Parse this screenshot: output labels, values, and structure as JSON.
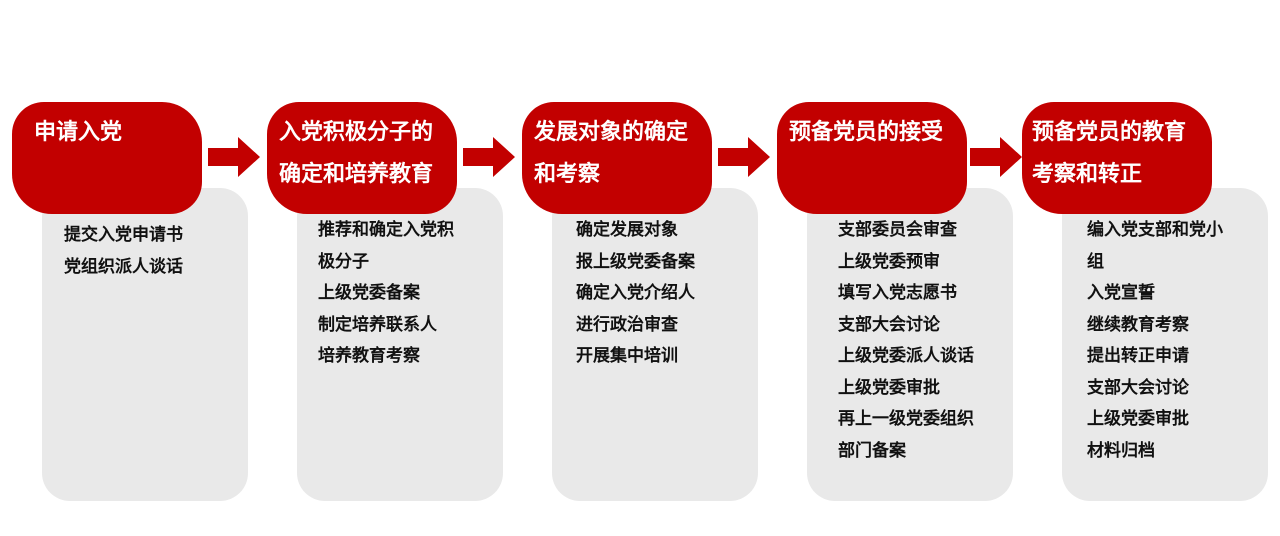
{
  "stages": [
    {
      "title_lines": [
        "申请入党"
      ],
      "items": [
        "提交入党申请书",
        "党组织派人谈话"
      ]
    },
    {
      "title_lines": [
        "入党积极分子的",
        "确定和培养教育"
      ],
      "items": [
        "推荐和确定入党积",
        "极分子",
        "上级党委备案",
        "制定培养联系人",
        "培养教育考察"
      ]
    },
    {
      "title_lines": [
        "发展对象的确定",
        "和考察"
      ],
      "items": [
        "确定发展对象",
        "报上级党委备案",
        "确定入党介绍人",
        "进行政治审查",
        "开展集中培训"
      ]
    },
    {
      "title_lines": [
        "预备党员的接受"
      ],
      "items": [
        "支部委员会审查",
        "上级党委预审",
        "填写入党志愿书",
        "支部大会讨论",
        "上级党委派人谈话",
        "上级党委审批",
        "再上一级党委组织",
        "部门备案"
      ]
    },
    {
      "title_lines": [
        "预备党员的教育",
        "考察和转正"
      ],
      "items": [
        "编入党支部和党小",
        "组",
        "入党宣誓",
        "继续教育考察",
        "提出转正申请",
        "支部大会讨论",
        "上级党委审批",
        "材料归档"
      ]
    }
  ],
  "colors": {
    "accent": "#c20000",
    "card": "#e9e9e9"
  },
  "icons": {
    "connector": "right-arrow-icon"
  }
}
